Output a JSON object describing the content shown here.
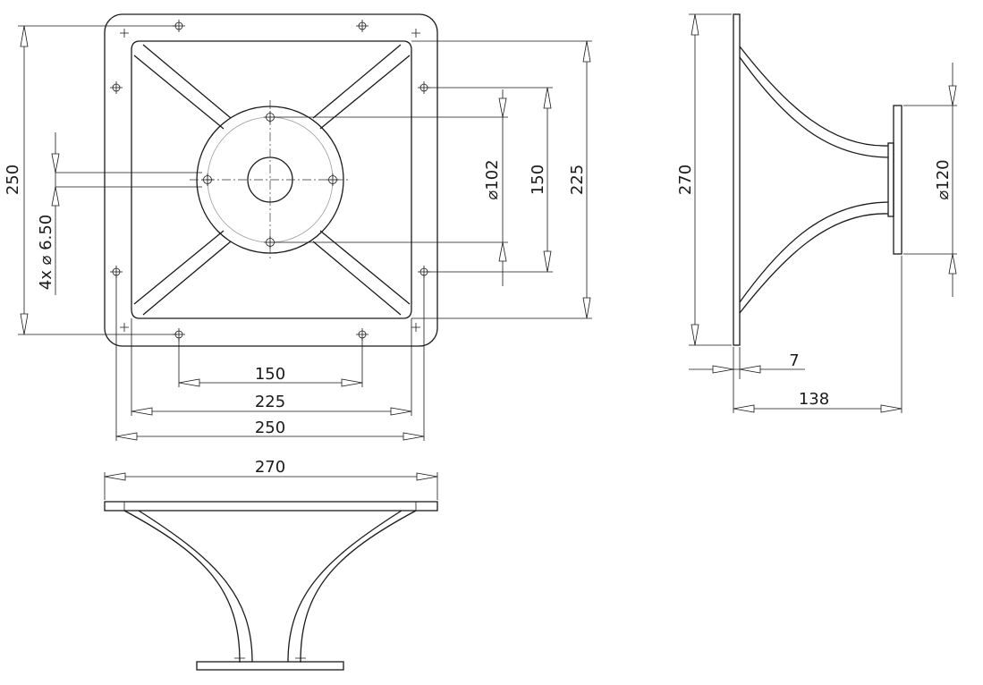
{
  "dimensions": {
    "front_height": "250",
    "hole_callout": "4x ⌀ 6.50",
    "diameter_102": "⌀102",
    "inner_150_v": "150",
    "inner_225_v": "225",
    "bottom_150": "150",
    "bottom_225": "225",
    "bottom_250": "250",
    "side_height": "270",
    "diameter_120": "⌀120",
    "plate_thickness": "7",
    "depth": "138",
    "top_width": "270"
  }
}
